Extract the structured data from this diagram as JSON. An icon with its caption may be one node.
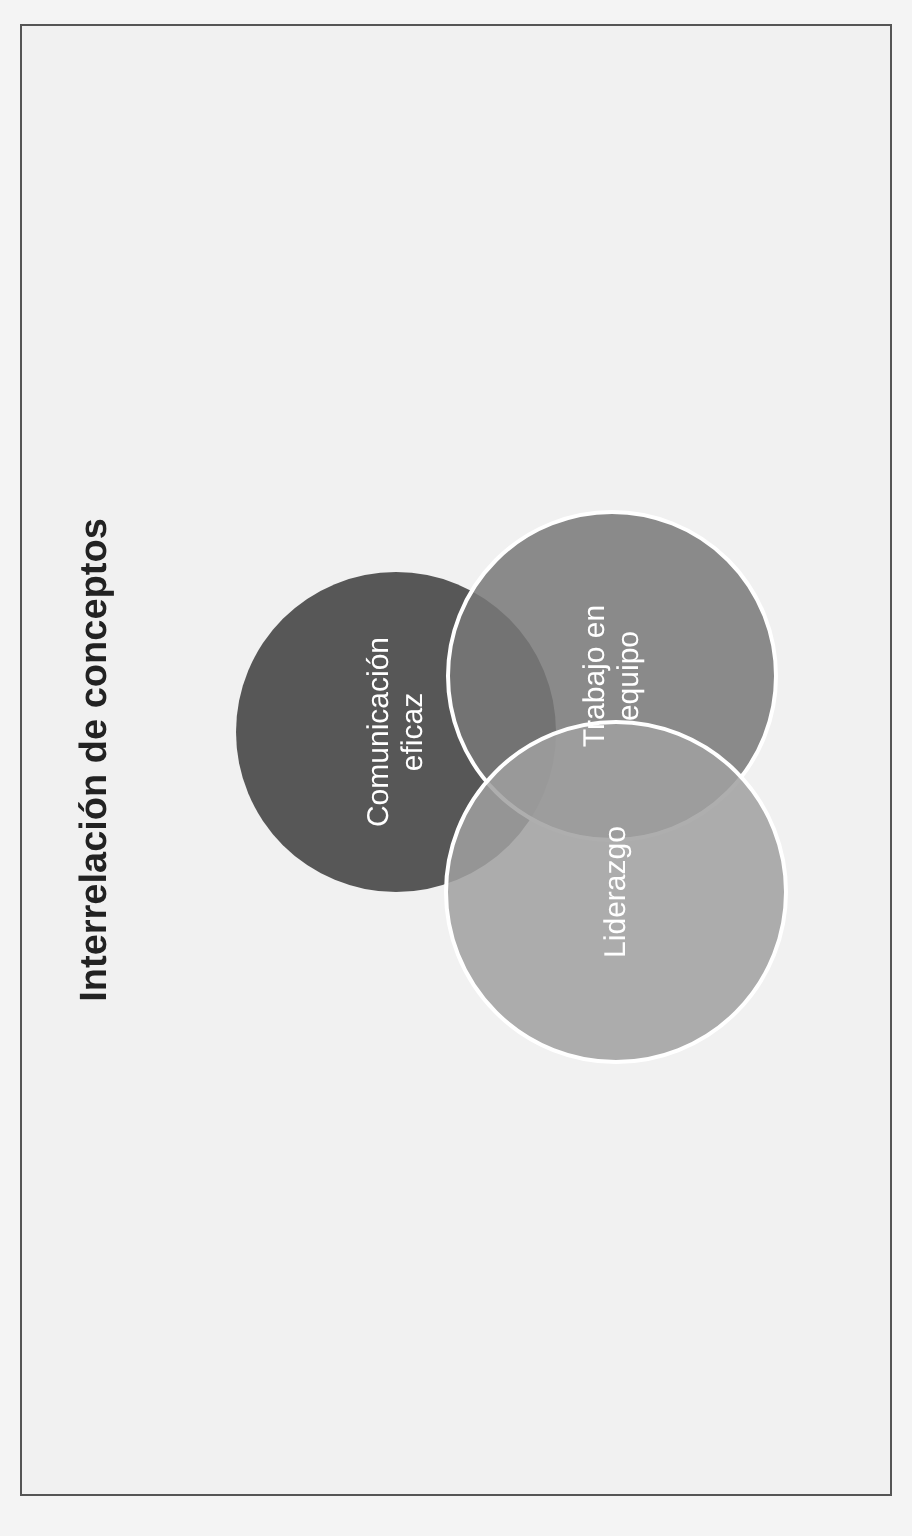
{
  "diagram": {
    "title": "Interrelación de conceptos",
    "nodes": [
      {
        "text": [
          "Comunicación eficaz"
        ]
      },
      {
        "text": [
          "Trabajo en equipo"
        ]
      },
      {
        "text": [
          "Liderazgo"
        ]
      }
    ]
  }
}
